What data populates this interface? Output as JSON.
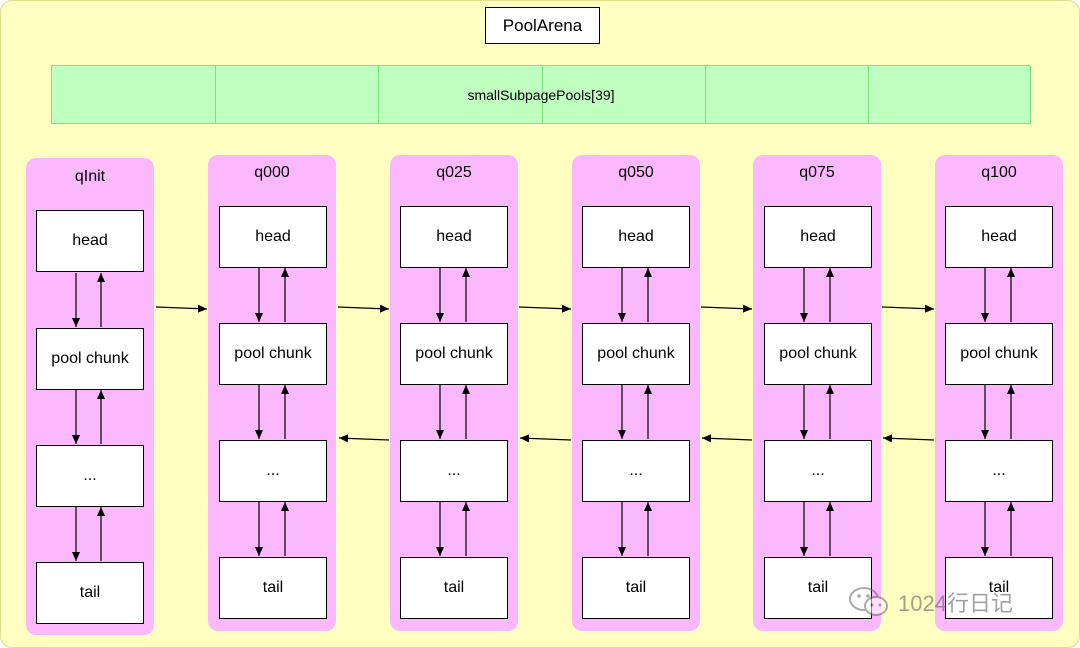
{
  "arena": {
    "title": "PoolArena"
  },
  "pools": {
    "label": "smallSubpagePools[39]",
    "segments": 6
  },
  "lists": [
    {
      "name": "qInit",
      "nodes": [
        "head",
        "pool chunk",
        "...",
        "tail"
      ]
    },
    {
      "name": "q000",
      "nodes": [
        "head",
        "pool chunk",
        "...",
        "tail"
      ]
    },
    {
      "name": "q025",
      "nodes": [
        "head",
        "pool chunk",
        "...",
        "tail"
      ]
    },
    {
      "name": "q050",
      "nodes": [
        "head",
        "pool chunk",
        "...",
        "tail"
      ]
    },
    {
      "name": "q075",
      "nodes": [
        "head",
        "pool chunk",
        "...",
        "tail"
      ]
    },
    {
      "name": "q100",
      "nodes": [
        "head",
        "pool chunk",
        "...",
        "tail"
      ]
    }
  ],
  "watermark": {
    "text": "1024行日记",
    "icon": "wechat-icon"
  },
  "colors": {
    "arena": "#ffffc2",
    "pools": "#bfffbf",
    "list": "#fcb8fc",
    "node": "#ffffff"
  }
}
